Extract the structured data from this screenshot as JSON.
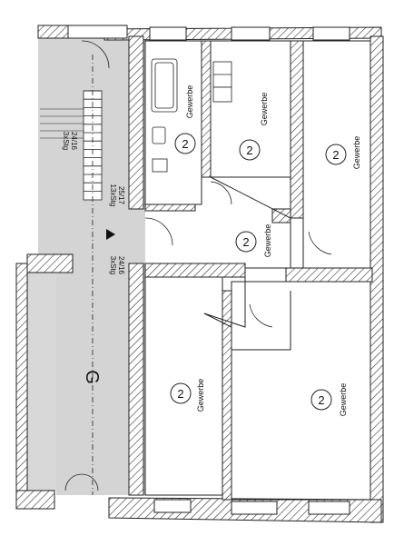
{
  "rooms": [
    {
      "number": "2",
      "label": "Gewerbe"
    },
    {
      "number": "2",
      "label": "Gewerbe"
    },
    {
      "number": "2",
      "label": "Gewerbe"
    },
    {
      "number": "2",
      "label": "Gewerbe"
    },
    {
      "number": "2",
      "label": "Gewerbe"
    },
    {
      "number": "2",
      "label": "Gewerbe"
    }
  ],
  "stairs": {
    "upper": {
      "count": "3xStg",
      "dims": "24/16"
    },
    "middle": {
      "count": "13xStg",
      "dims": "25/17"
    },
    "lower": {
      "count": "3xStg",
      "dims": "24/16"
    }
  },
  "stairwell_label": "G",
  "colors": {
    "wall_hatch": "#333333",
    "stairwell_fill": "#d4d4d4",
    "line": "#222222"
  },
  "icons": [
    "north-arrow-icon",
    "stove-icon",
    "bathtub-icon",
    "sink-icon",
    "toilet-icon"
  ]
}
